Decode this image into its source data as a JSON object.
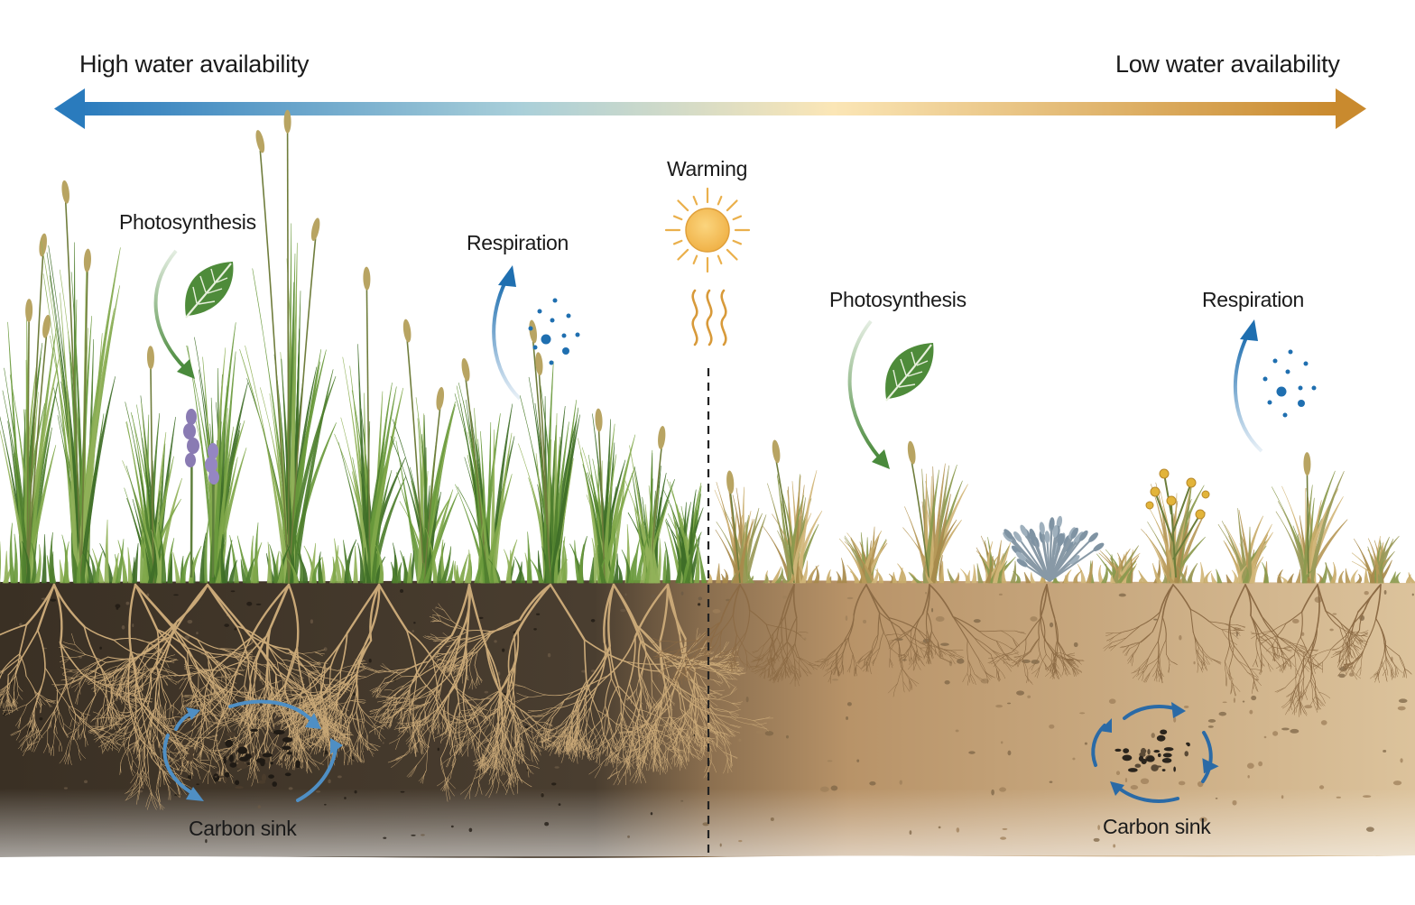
{
  "gradient": {
    "left_label": "High water availability",
    "right_label": "Low water availability",
    "colors": [
      "#2a7bbd",
      "#a9cfd9",
      "#fbe6b6",
      "#c98a2e"
    ]
  },
  "center": {
    "label": "Warming",
    "sun_color": "#f3bb4f",
    "heat_color": "#d89a3a"
  },
  "wet_side": {
    "photosynthesis_label": "Photosynthesis",
    "respiration_label": "Respiration",
    "carbon_label": "Carbon sink",
    "soil_color": "#3f3528",
    "grass_color": "#5b8a34"
  },
  "dry_side": {
    "photosynthesis_label": "Photosynthesis",
    "respiration_label": "Respiration",
    "carbon_label": "Carbon sink",
    "soil_color": "#c8a77a",
    "grass_color": "#b59a5c"
  },
  "icons": {
    "leaf_color": "#4e8b3a",
    "photosynthesis_arrow_color": "#4a8a3c",
    "respiration_arrow_color": "#1f6fb0",
    "carbon_cycle_color": "#4f8fc4"
  }
}
